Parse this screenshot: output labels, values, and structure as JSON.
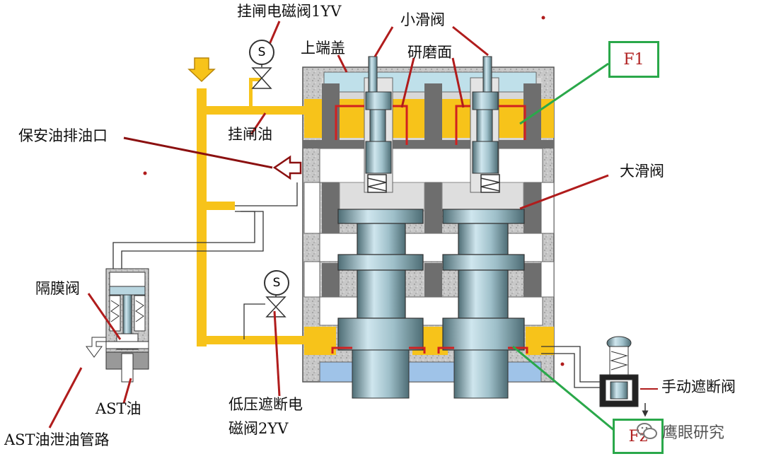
{
  "labels": {
    "trip_valve_1yv": "挂闸电磁阀1YV",
    "small_spool": "小滑阀",
    "upper_cover": "上端盖",
    "grinding_face": "研磨面",
    "trip_oil": "挂闸油",
    "safety_oil_drain": "保安油排油口",
    "large_spool": "大滑阀",
    "diaphragm_valve": "隔膜阀",
    "ast_oil": "AST油",
    "ast_drain_line": "AST油泄油管路",
    "low_pressure_valve_line1": "低压遮断电",
    "low_pressure_valve_line2": "磁阀2YV",
    "manual_trip_valve": "手动遮断阀",
    "solenoid_symbol": "S"
  },
  "boxes": {
    "f1": "F1",
    "fz": "Fz"
  },
  "watermark": {
    "text": "鹰眼研究",
    "icon": "wechat-icon"
  },
  "colors": {
    "oil": "#f7c31a",
    "metal_light": "#b9d6e0",
    "metal_dark": "#5f7f88",
    "concrete": "#c7c7c7",
    "leader_red": "#b01c1c",
    "leader_green": "#2aa84a",
    "arrow_dark_red": "#8b1010",
    "blue_base": "#9fc3e8"
  }
}
